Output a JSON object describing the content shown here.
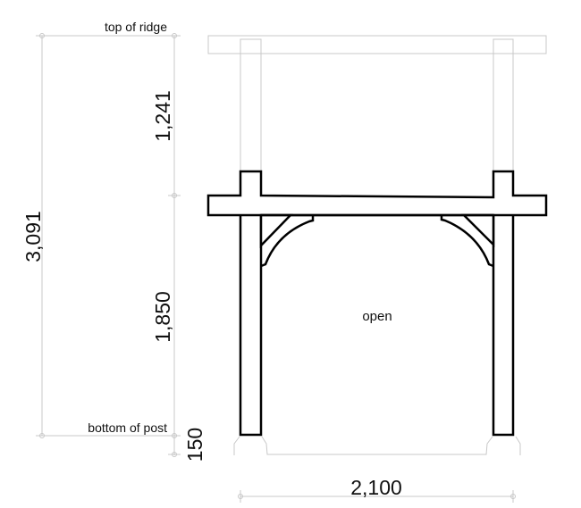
{
  "labels": {
    "top_of_ridge": "top of ridge",
    "bottom_of_post": "bottom of post",
    "opening": "open"
  },
  "dimensions": {
    "total_height": "3,091",
    "ridge_to_beam": "1,241",
    "beam_to_post_bottom": "1,850",
    "footing": "150",
    "width": "2,100"
  },
  "colors": {
    "structure": "#000000",
    "ghost_lines": "#c8c8c8"
  }
}
